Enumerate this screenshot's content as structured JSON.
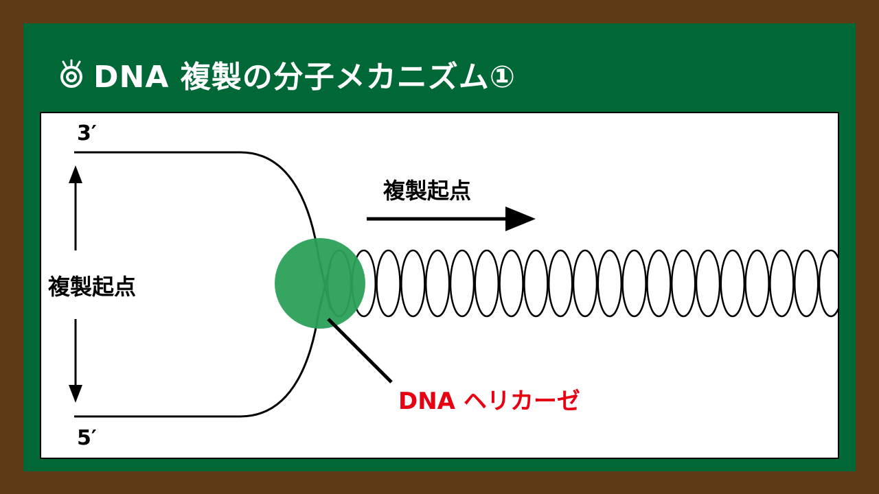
{
  "title": "DNA 複製の分子メカニズム①",
  "diagram": {
    "end_top": "3′",
    "end_bottom": "5′",
    "left_label": "複製起点",
    "arrow_label": "複製起点",
    "enzyme_label": "DNA ヘリカーゼ",
    "enzyme_label_color": "#e60012",
    "helicase_color": "#2ca05a",
    "board_color": "#006837",
    "frame_color": "#5e3a17"
  }
}
